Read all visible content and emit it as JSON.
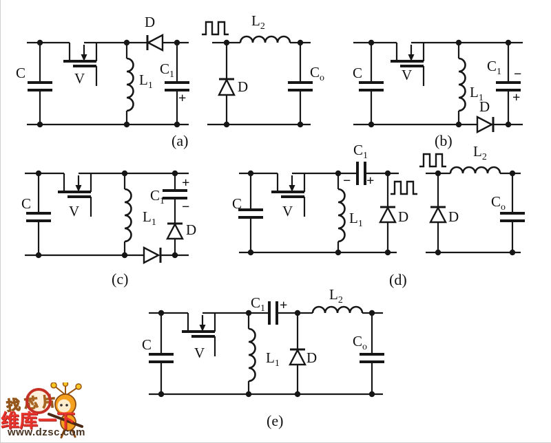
{
  "symbols": {
    "plus": "+",
    "minus": "−"
  },
  "captions": {
    "a": "(a)",
    "b": "(b)",
    "c": "(c)",
    "d": "(d)",
    "e": "(e)"
  },
  "circuits": {
    "a": {
      "input_cap": "C",
      "switch": "V",
      "ind1": {
        "base": "L",
        "sub": "1"
      },
      "diode": "D",
      "cap1": {
        "base": "C",
        "sub": "1"
      }
    },
    "filter_a": {
      "ind2": {
        "base": "L",
        "sub": "2"
      },
      "diode": "D",
      "out_cap": {
        "base": "C",
        "sub": "o"
      }
    },
    "b": {
      "input_cap": "C",
      "switch": "V",
      "ind1": {
        "base": "L",
        "sub": "1"
      },
      "diode": "D",
      "cap1": {
        "base": "C",
        "sub": "1"
      }
    },
    "c": {
      "input_cap": "C",
      "switch": "V",
      "ind1": {
        "base": "L",
        "sub": "1"
      },
      "cap1": {
        "base": "C",
        "sub": "1"
      },
      "diode1": "D"
    },
    "d": {
      "input_cap": "C",
      "switch": "V",
      "ind1": {
        "base": "L",
        "sub": "1"
      },
      "cap1": {
        "base": "C",
        "sub": "1"
      },
      "diode": "D"
    },
    "filter_d": {
      "ind2": {
        "base": "L",
        "sub": "2"
      },
      "diode": "D",
      "out_cap": {
        "base": "C",
        "sub": "o"
      }
    },
    "e": {
      "input_cap": "C",
      "switch": "V",
      "ind1": {
        "base": "L",
        "sub": "1"
      },
      "cap1": {
        "base": "C",
        "sub": "1"
      },
      "diode": "D",
      "ind2": {
        "base": "L",
        "sub": "2"
      },
      "out_cap": {
        "base": "C",
        "sub": "o"
      }
    }
  },
  "watermark": {
    "tagline": "找芯片",
    "brand": "维库一下",
    "url": "www.dzsc.com"
  },
  "colors": {
    "ink": "#161616",
    "brand_red": "#e8342c",
    "url_brown": "#45311f",
    "mascot_orange": "#f5a11f",
    "magnifier_red": "#c53026"
  }
}
